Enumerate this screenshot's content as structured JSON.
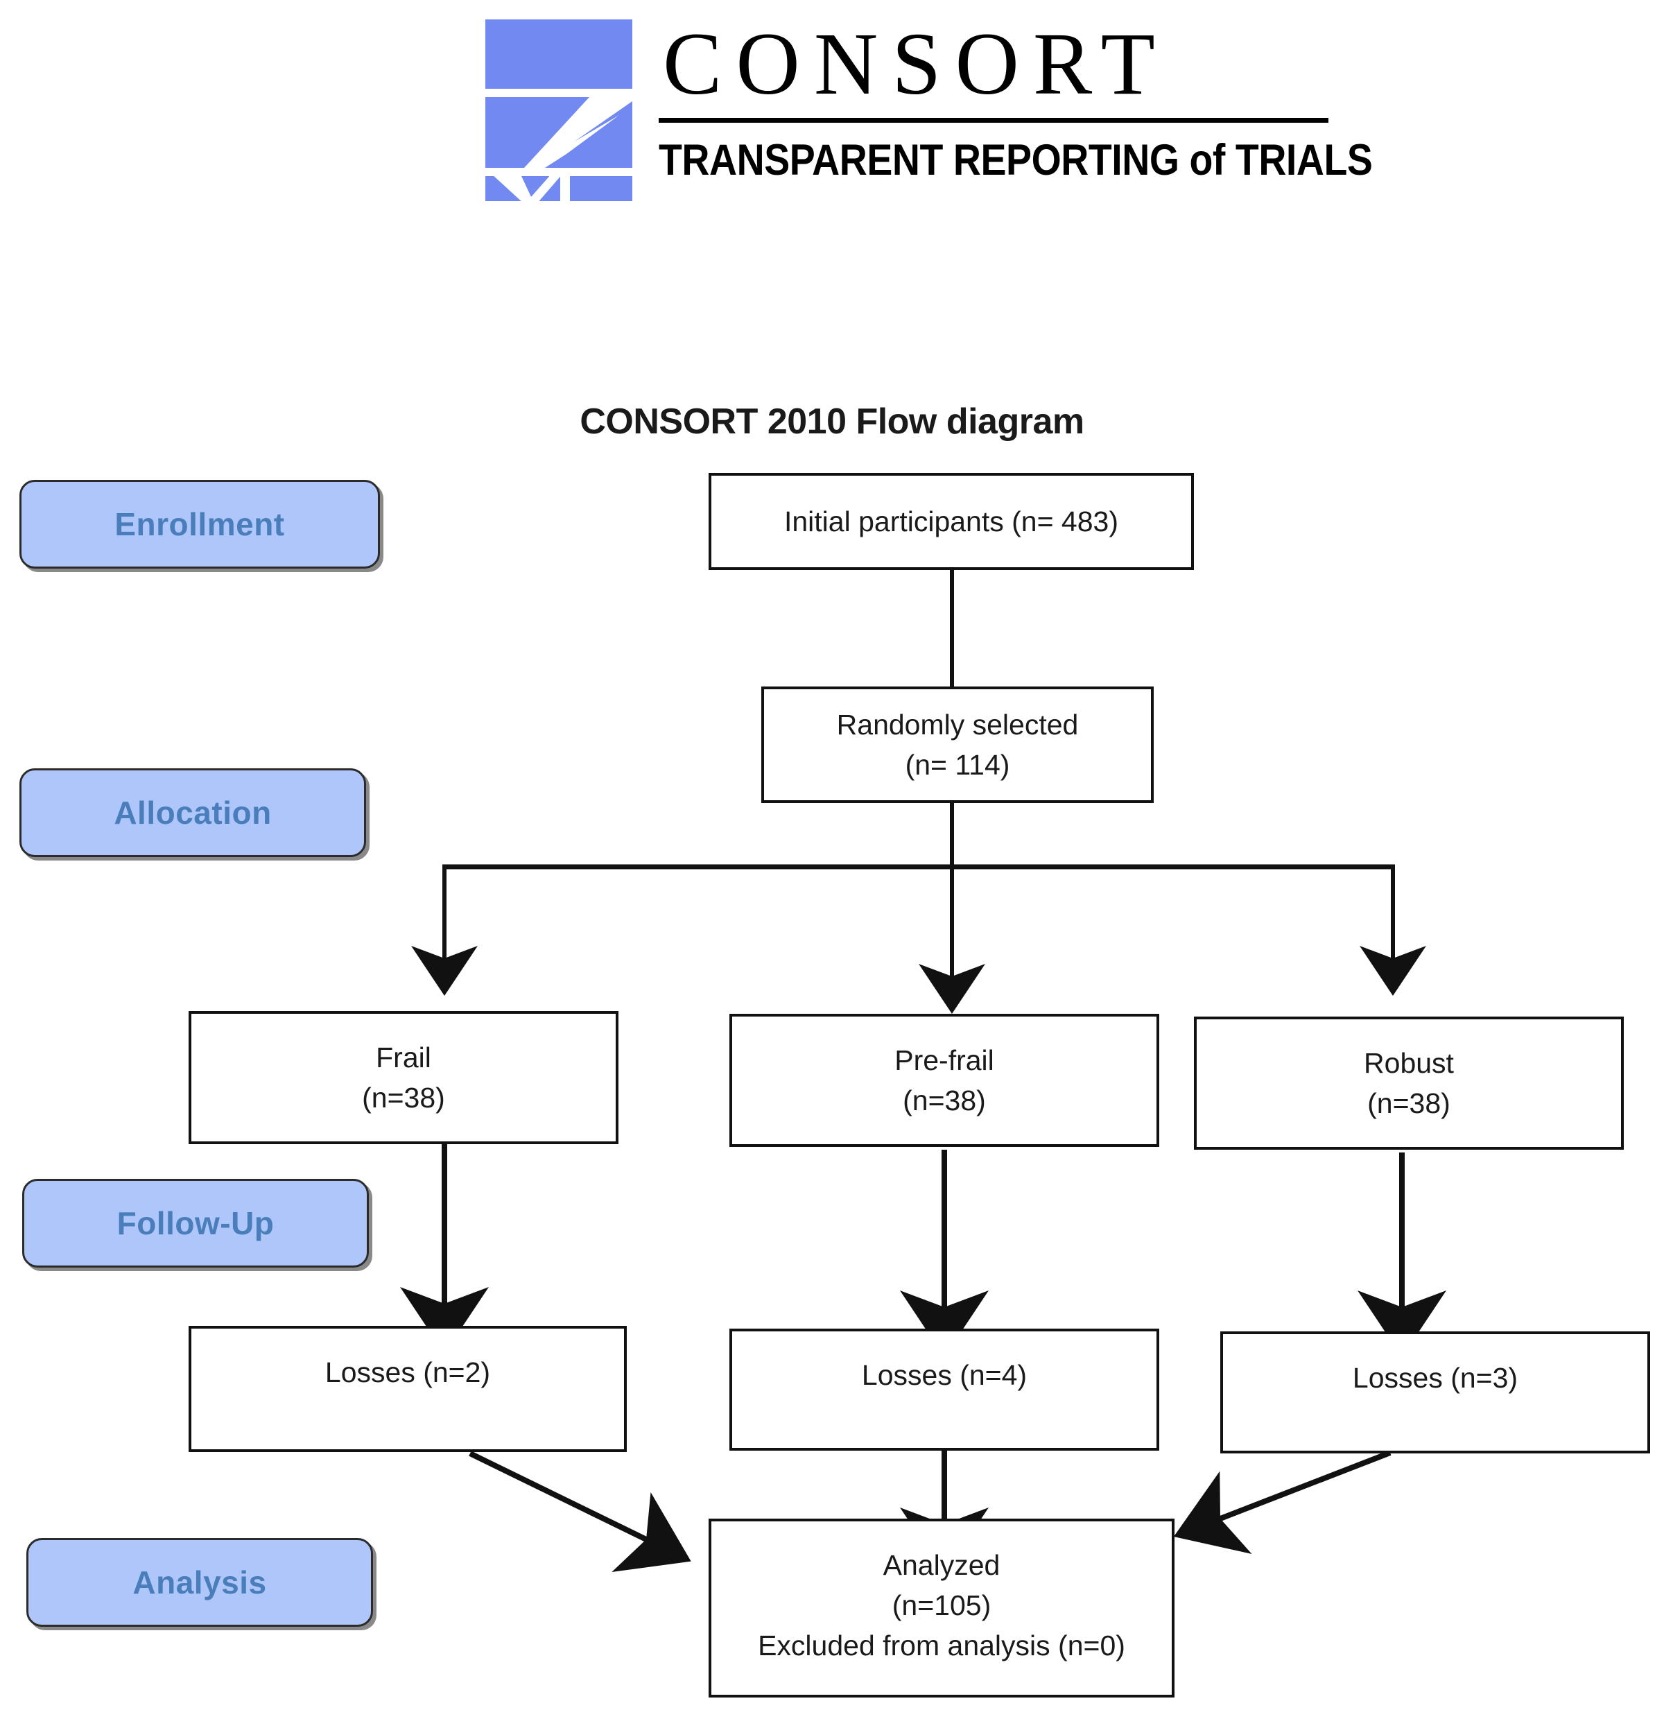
{
  "logo": {
    "wordmark": "CONSORT",
    "tagline": "TRANSPARENT REPORTING of TRIALS",
    "mark_name": "consort-checkmark-logo",
    "mark_color": "#7189f0"
  },
  "diagram": {
    "title": "CONSORT 2010 Flow diagram",
    "accent_color": "#aec6fa",
    "stage_text_color": "#4a7ebb",
    "box_border_color": "#111111"
  },
  "stages": [
    {
      "id": "enrollment",
      "label": "Enrollment"
    },
    {
      "id": "allocation",
      "label": "Allocation"
    },
    {
      "id": "follow-up",
      "label": "Follow-Up"
    },
    {
      "id": "analysis",
      "label": "Analysis"
    }
  ],
  "nodes": {
    "initial": {
      "lines": [
        "Initial participants (n= 483)"
      ]
    },
    "randomized": {
      "lines": [
        "Randomly selected",
        "(n= 114)"
      ]
    },
    "group_frail": {
      "lines": [
        "Frail",
        "(n=38)"
      ]
    },
    "group_prefrail": {
      "lines": [
        "Pre-frail",
        "(n=38)"
      ]
    },
    "group_robust": {
      "lines": [
        "Robust",
        "(n=38)"
      ]
    },
    "losses_frail": {
      "lines": [
        "Losses (n=2)"
      ]
    },
    "losses_prefrail": {
      "lines": [
        "Losses (n=4)"
      ]
    },
    "losses_robust": {
      "lines": [
        "Losses (n=3)"
      ]
    },
    "analyzed": {
      "lines": [
        "Analyzed",
        "(n=105)",
        "Excluded from analysis (n=0)"
      ]
    }
  },
  "chart_data": {
    "type": "diagram",
    "title": "CONSORT 2010 Flow diagram",
    "stages": [
      "Enrollment",
      "Allocation",
      "Follow-Up",
      "Analysis"
    ],
    "nodes": [
      {
        "id": "initial",
        "stage": "Enrollment",
        "label": "Initial participants",
        "n": 483
      },
      {
        "id": "randomized",
        "stage": "Enrollment",
        "label": "Randomly selected",
        "n": 114
      },
      {
        "id": "group_frail",
        "stage": "Allocation",
        "label": "Frail",
        "n": 38
      },
      {
        "id": "group_prefrail",
        "stage": "Allocation",
        "label": "Pre-frail",
        "n": 38
      },
      {
        "id": "group_robust",
        "stage": "Allocation",
        "label": "Robust",
        "n": 38
      },
      {
        "id": "losses_frail",
        "stage": "Follow-Up",
        "label": "Losses",
        "n": 2
      },
      {
        "id": "losses_prefrail",
        "stage": "Follow-Up",
        "label": "Losses",
        "n": 4
      },
      {
        "id": "losses_robust",
        "stage": "Follow-Up",
        "label": "Losses",
        "n": 3
      },
      {
        "id": "analyzed",
        "stage": "Analysis",
        "label": "Analyzed",
        "n": 105,
        "excluded": 0
      }
    ],
    "edges": [
      {
        "from": "initial",
        "to": "randomized"
      },
      {
        "from": "randomized",
        "to": "group_frail"
      },
      {
        "from": "randomized",
        "to": "group_prefrail"
      },
      {
        "from": "randomized",
        "to": "group_robust"
      },
      {
        "from": "group_frail",
        "to": "losses_frail"
      },
      {
        "from": "group_prefrail",
        "to": "losses_prefrail"
      },
      {
        "from": "group_robust",
        "to": "losses_robust"
      },
      {
        "from": "losses_frail",
        "to": "analyzed"
      },
      {
        "from": "losses_prefrail",
        "to": "analyzed"
      },
      {
        "from": "losses_robust",
        "to": "analyzed"
      }
    ]
  }
}
